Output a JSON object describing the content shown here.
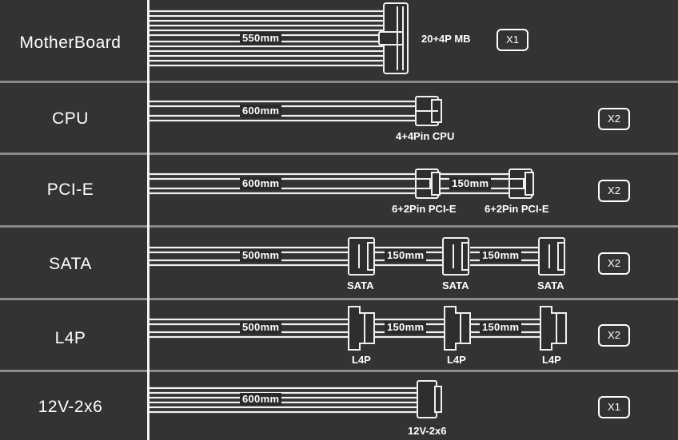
{
  "rows": [
    {
      "label": "MotherBoard",
      "cable": "550mm",
      "connector": "20+4P MB",
      "qty": "X1"
    },
    {
      "label": "CPU",
      "cable": "600mm",
      "connector": "4+4Pin CPU",
      "qty": "X2"
    },
    {
      "label": "PCI-E",
      "cable": "600mm",
      "ext": "150mm",
      "connectors": [
        "6+2Pin PCI-E",
        "6+2Pin PCI-E"
      ],
      "qty": "X2"
    },
    {
      "label": "SATA",
      "cable": "500mm",
      "ext1": "150mm",
      "ext2": "150mm",
      "connectors": [
        "SATA",
        "SATA",
        "SATA"
      ],
      "qty": "X2"
    },
    {
      "label": "L4P",
      "cable": "500mm",
      "ext1": "150mm",
      "ext2": "150mm",
      "connectors": [
        "L4P",
        "L4P",
        "L4P"
      ],
      "qty": "X2"
    },
    {
      "label": "12V-2x6",
      "cable": "600mm",
      "connector": "12V-2x6",
      "qty": "X1"
    }
  ]
}
